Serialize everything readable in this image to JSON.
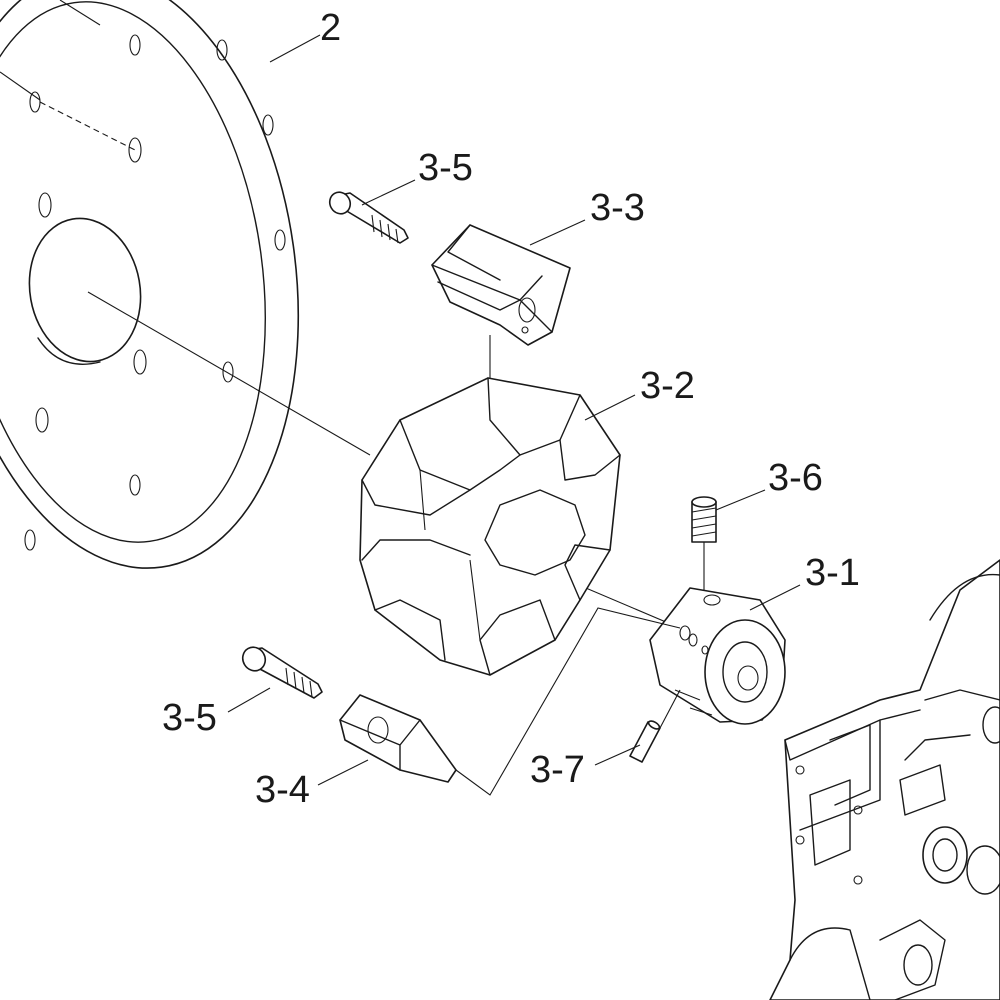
{
  "labels": {
    "flange": "2",
    "bolt_top": "3-5",
    "clamp_top": "3-3",
    "insert": "3-2",
    "setscrew": "3-6",
    "hub": "3-1",
    "bolt_bottom": "3-5",
    "clamp_bottom": "3-4",
    "pin": "3-7"
  }
}
